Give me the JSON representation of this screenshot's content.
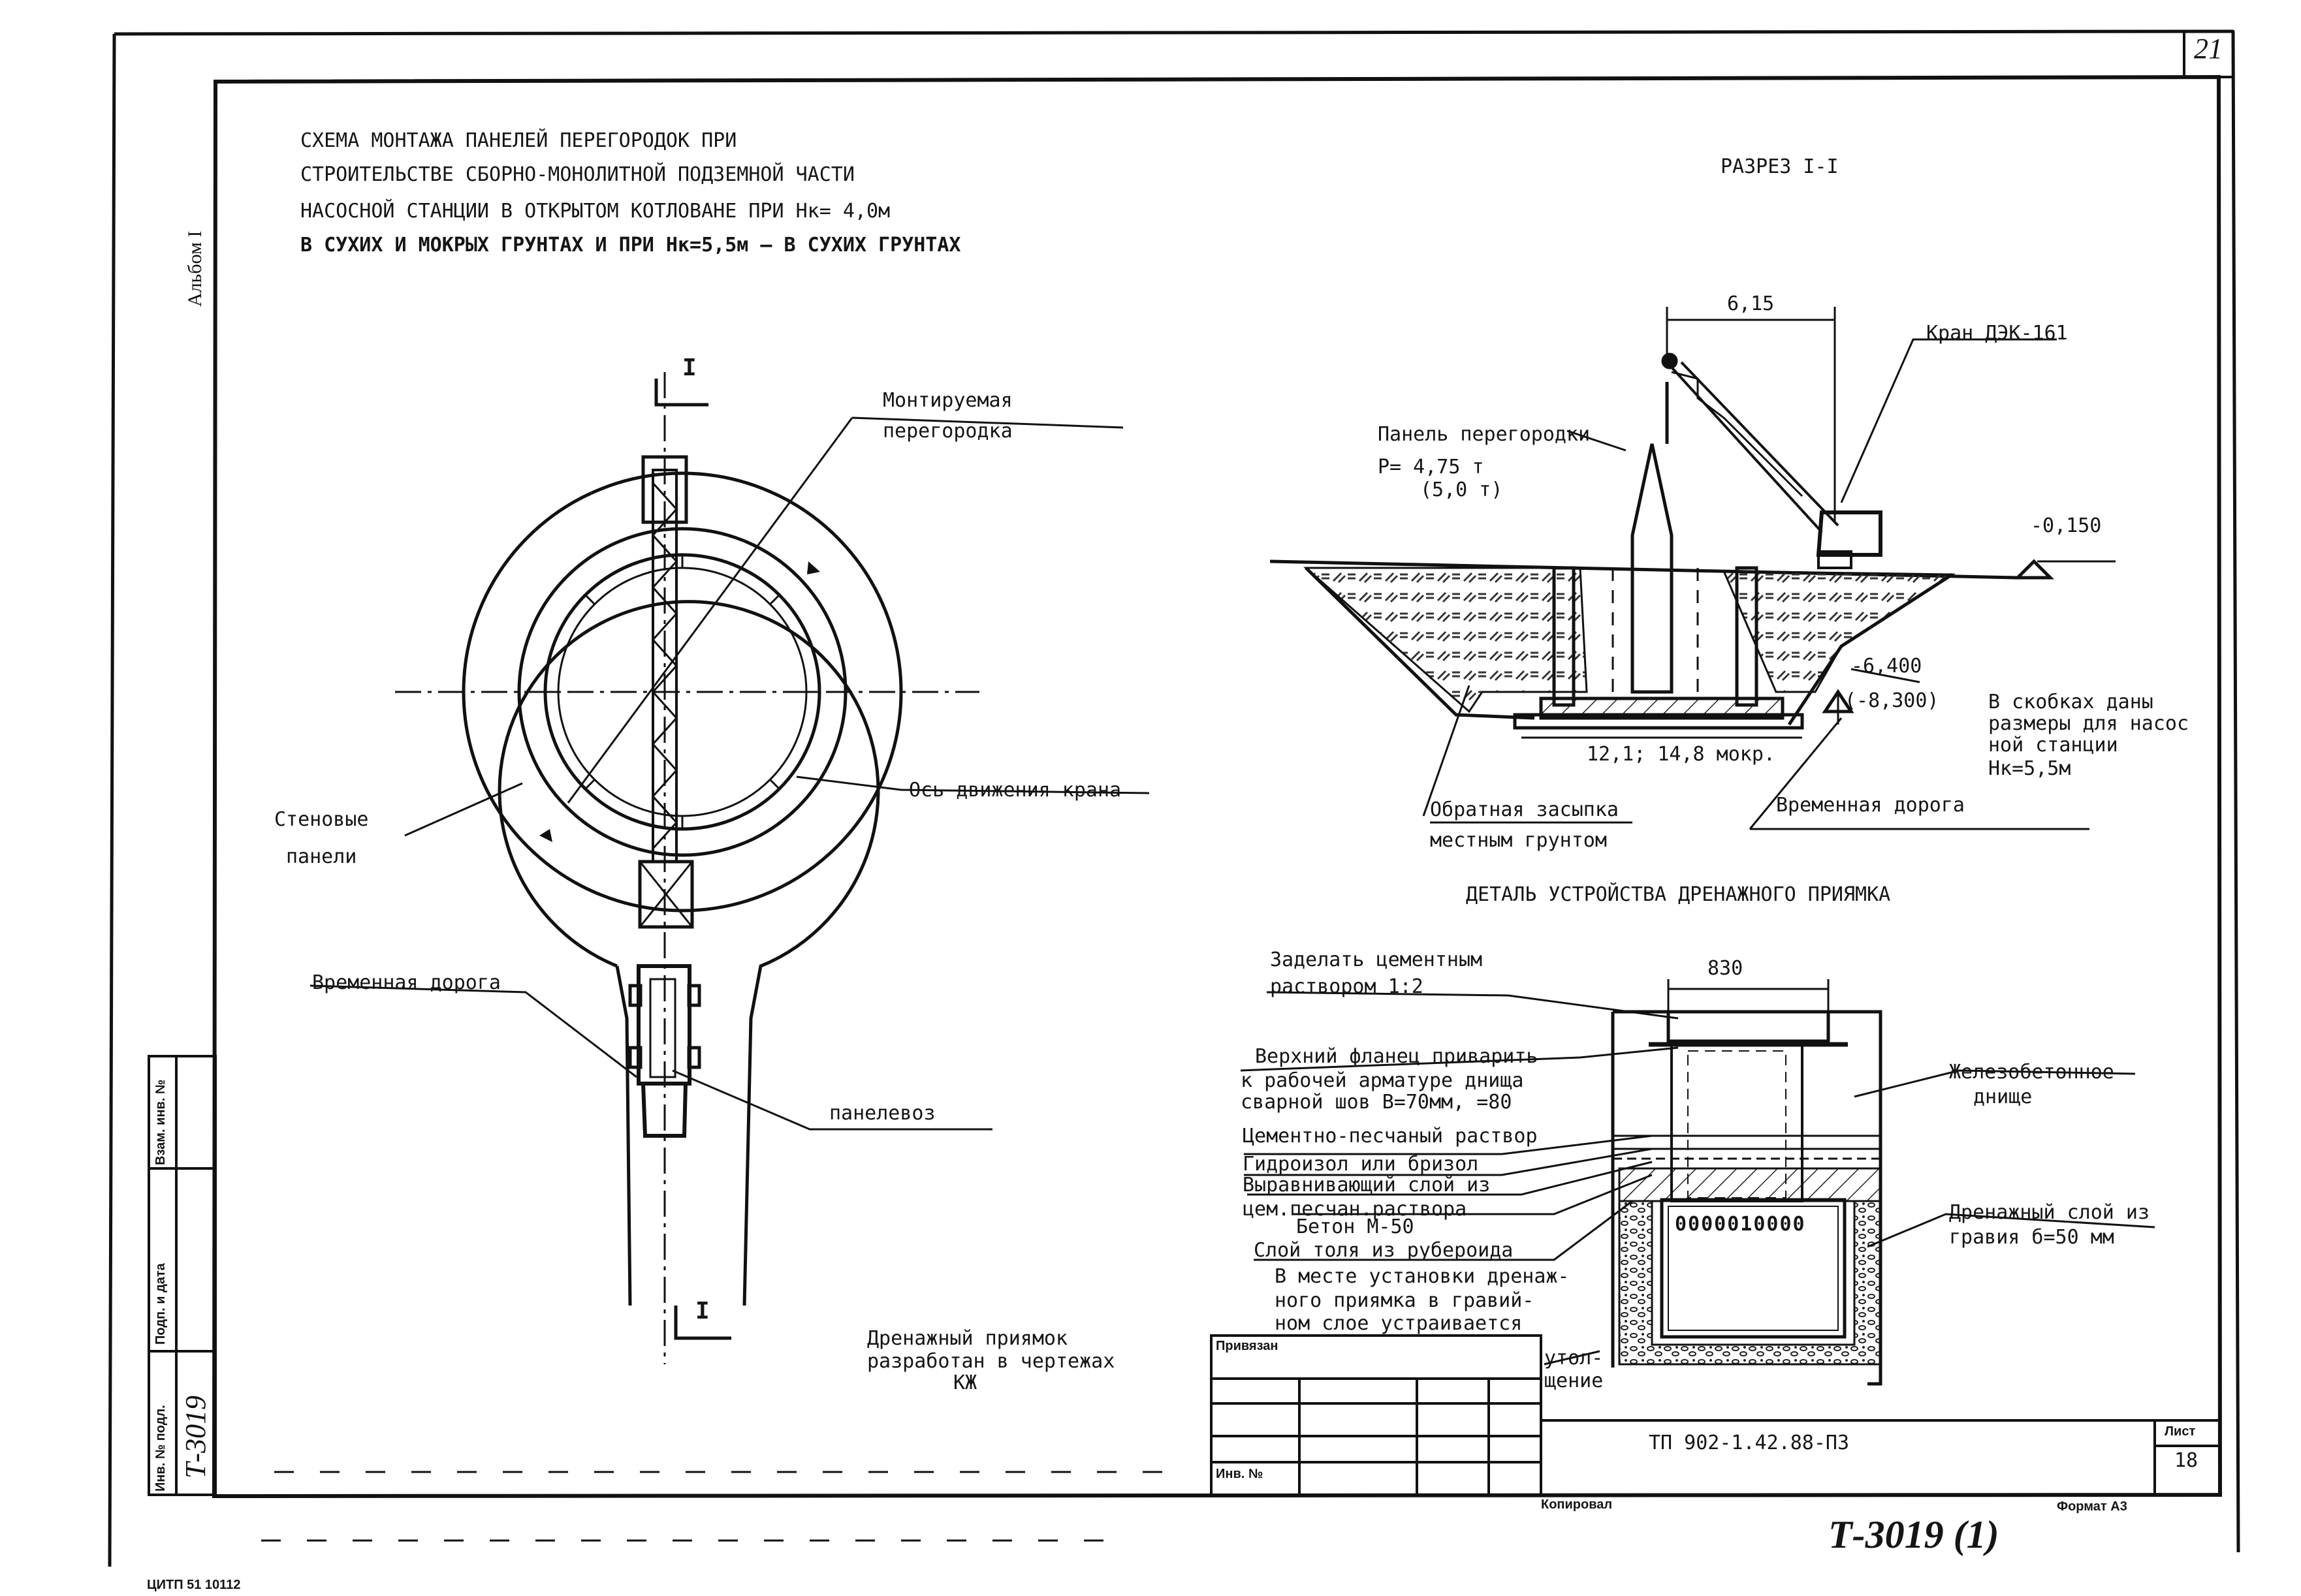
{
  "sheet": {
    "page_corner_number": "21",
    "album_label": "Альбом I",
    "cipher_bottom_left": "ЦИТП  51  10112",
    "copy_label": "Копировал",
    "format_label": "Формат А3",
    "archive_number": "Т-3019 (1)"
  },
  "title_block": {
    "bound_label": "Привязан",
    "inv_label": "Инв. №",
    "document_code": "ТП 902-1.42.88-ПЗ",
    "sheet_label": "Лист",
    "sheet_number": "18"
  },
  "side_stamp": {
    "inv_original": "Инв. № подл.",
    "sign_date": "Подп. и дата",
    "replace_inv": "Взам. инв. №",
    "inv_value": "Т-3019"
  },
  "plan": {
    "title_lines": [
      "СХЕМА МОНТАЖА ПАНЕЛЕЙ ПЕРЕГОРОДОК ПРИ",
      "СТРОИТЕЛЬСТВЕ СБОРНО-МОНОЛИТНОЙ ПОДЗЕМНОЙ ЧАСТИ",
      "НАСОСНОЙ СТАНЦИИ В ОТКРЫТОМ КОТЛОВАНЕ ПРИ Нк= 4,0м",
      "В СУХИХ И МОКРЫХ ГРУНТАХ И ПРИ Нк=5,5м – В СУХИХ ГРУНТАХ"
    ],
    "section_mark": "I",
    "label_partition": [
      "Монтируемая",
      "перегородка"
    ],
    "label_crane_axis": "Ось движения крана",
    "label_wall_panels": [
      "Стеновые",
      "панели"
    ],
    "label_temp_road": "Временная дорога",
    "label_panel_truck": "панелевоз",
    "note_drain": [
      "Дренажный приямок",
      "разработан в чертежах",
      "КЖ"
    ]
  },
  "section": {
    "title": "РАЗРЕЗ I-I",
    "dim_top": "6,15",
    "crane_label": "Кран ДЭК-161",
    "panel_label": [
      "Панель перегородки",
      "Р= 4,75 т",
      "(5,0 т)"
    ],
    "level_top": "-0,150",
    "level_bottom": "-6,400",
    "level_bottom_alt": "(-8,300)",
    "dim_bottom": "12,1; 14,8 мокр.",
    "backfill_label": [
      "Обратная засыпка",
      "местным грунтом"
    ],
    "temp_road_label": "Временная дорога",
    "note_brackets": [
      "В скобках даны",
      "размеры для насос",
      "ной станции",
      "Нк=5,5м"
    ]
  },
  "detail": {
    "title": "ДЕТАЛЬ УСТРОЙСТВА ДРЕНАЖНОГО ПРИЯМКА",
    "dim_top": "830",
    "labels_left": [
      [
        "Заделать цементным",
        "раствором 1:2"
      ],
      [
        "Верхний фланец приварить",
        "к рабочей арматуре днища",
        "сварной шов В=70мм,   =80"
      ],
      [
        "Цементно-песчаный раствор"
      ],
      [
        "Гидроизол или бризол"
      ],
      [
        "Выравнивающий слой из",
        "цем.песчан.раствора"
      ],
      [
        "Бетон М-50"
      ],
      [
        "Слой толя из рубероида"
      ],
      [
        "В месте установки дренаж-",
        "ного приямка в гравий-",
        "ном слое устраивается"
      ]
    ],
    "label_thickening": [
      "утол-",
      "щение"
    ],
    "labels_right": [
      [
        "Железобетонное",
        "днище"
      ],
      [
        "Дренажный слой из",
        "гравия б=50 мм"
      ]
    ],
    "perforation": "0000010000"
  }
}
